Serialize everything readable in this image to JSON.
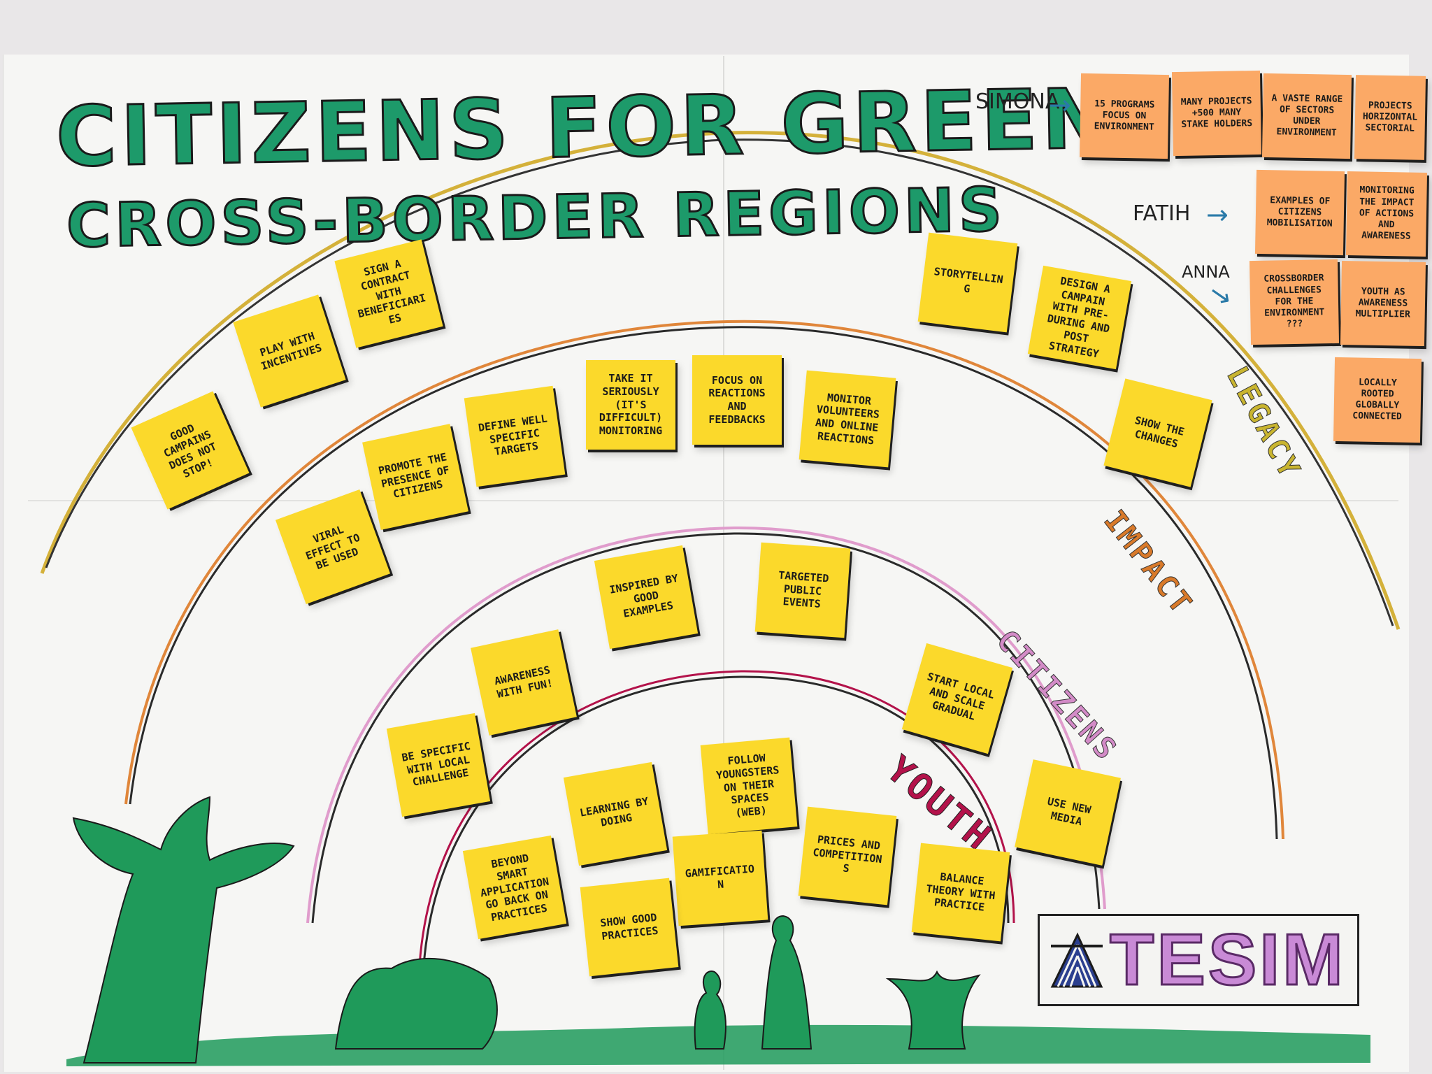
{
  "title": {
    "line1": "CITIZENS FOR GREENER",
    "line2": "CROSS-BORDER REGIONS"
  },
  "ring_labels": {
    "legacy": "LEGACY",
    "impact": "IMPACT",
    "citizens": "CITIZENS",
    "youth": "YOUTH"
  },
  "participants": {
    "simona": "SIMONA",
    "fatih": "FATIH",
    "anna": "ANNA"
  },
  "colors": {
    "title_green": "#1d9a6a",
    "note_yellow": "#fbd92b",
    "note_orange": "#fba966",
    "legacy": "#c9b530",
    "impact": "#d97a2a",
    "citizens": "#d38bc7",
    "youth": "#b3124a",
    "grass": "#1f9a5a"
  },
  "notes": {
    "good_campains": "GOOD CAMPAINS DOES NOT STOP!",
    "play_incentives": "PLAY WITH INCENTIVES",
    "sign_contract": "SIGN A CONTRACT WITH BENEFICIARIES",
    "storytelling": "STORYTELLING",
    "design_campain": "DESIGN A CAMPAIN WITH PRE-DURING AND POST STRATEGY",
    "show_changes": "SHOW THE CHANGES",
    "viral_effect": "VIRAL EFFECT TO BE USED",
    "promote_presence": "PROMOTE THE PRESENCE OF CITIZENS",
    "define_targets": "DEFINE WELL SPECIFIC TARGETS",
    "take_seriously": "TAKE IT SERIOUSLY (IT'S DIFFICULT) MONITORING",
    "focus_reactions": "FOCUS ON REACTIONS AND FEEDBACKS",
    "monitor_volunteers": "MONITOR VOLUNTEERS AND ONLINE REACTIONS",
    "inspired": "INSPIRED BY GOOD EXAMPLES",
    "targeted_events": "TARGETED PUBLIC EVENTS",
    "awareness_fun": "AWARENESS WITH FUN!",
    "start_local": "START LOCAL AND SCALE GRADUAL",
    "be_specific": "BE SPECIFIC WITH LOCAL CHALLENGE",
    "learning_doing": "LEARNING BY DOING",
    "follow_youngsters": "FOLLOW YOUNGSTERS ON THEIR SPACES (WEB)",
    "use_new_media": "USE NEW MEDIA",
    "beyond_smart": "BEYOND SMART APPLICATION GO BACK ON PRACTICES",
    "gamification": "GAMIFICATION",
    "prices": "PRICES AND COMPETITIONS",
    "balance_theory": "BALANCE THEORY WITH PRACTICE",
    "show_practices": "SHOW GOOD PRACTICES"
  },
  "orange_notes": {
    "n15_programs": "15 PROGRAMS FOCUS ON ENVIRONMENT",
    "many_projects": "MANY PROJECTS +500 MANY STAKE HOLDERS",
    "vaste_range": "A VASTE RANGE OF SECTORS UNDER ENVIRONMENT",
    "projects_sectorial": "PROJECTS HORIZONTAL SECTORIAL",
    "examples_mobilisation": "EXAMPLES OF CITIZENS MOBILISATION",
    "monitoring_impact": "MONITORING THE IMPACT OF ACTIONS AND AWARENESS",
    "crossborder_challenges": "CROSSBORDER CHALLENGES FOR THE ENVIRONMENT ???",
    "youth_multiplier": "YOUTH AS AWARENESS MULTIPLIER",
    "locally_rooted": "LOCALLY ROOTED GLOBALLY CONNECTED"
  },
  "logo": {
    "text": "TESIM"
  }
}
